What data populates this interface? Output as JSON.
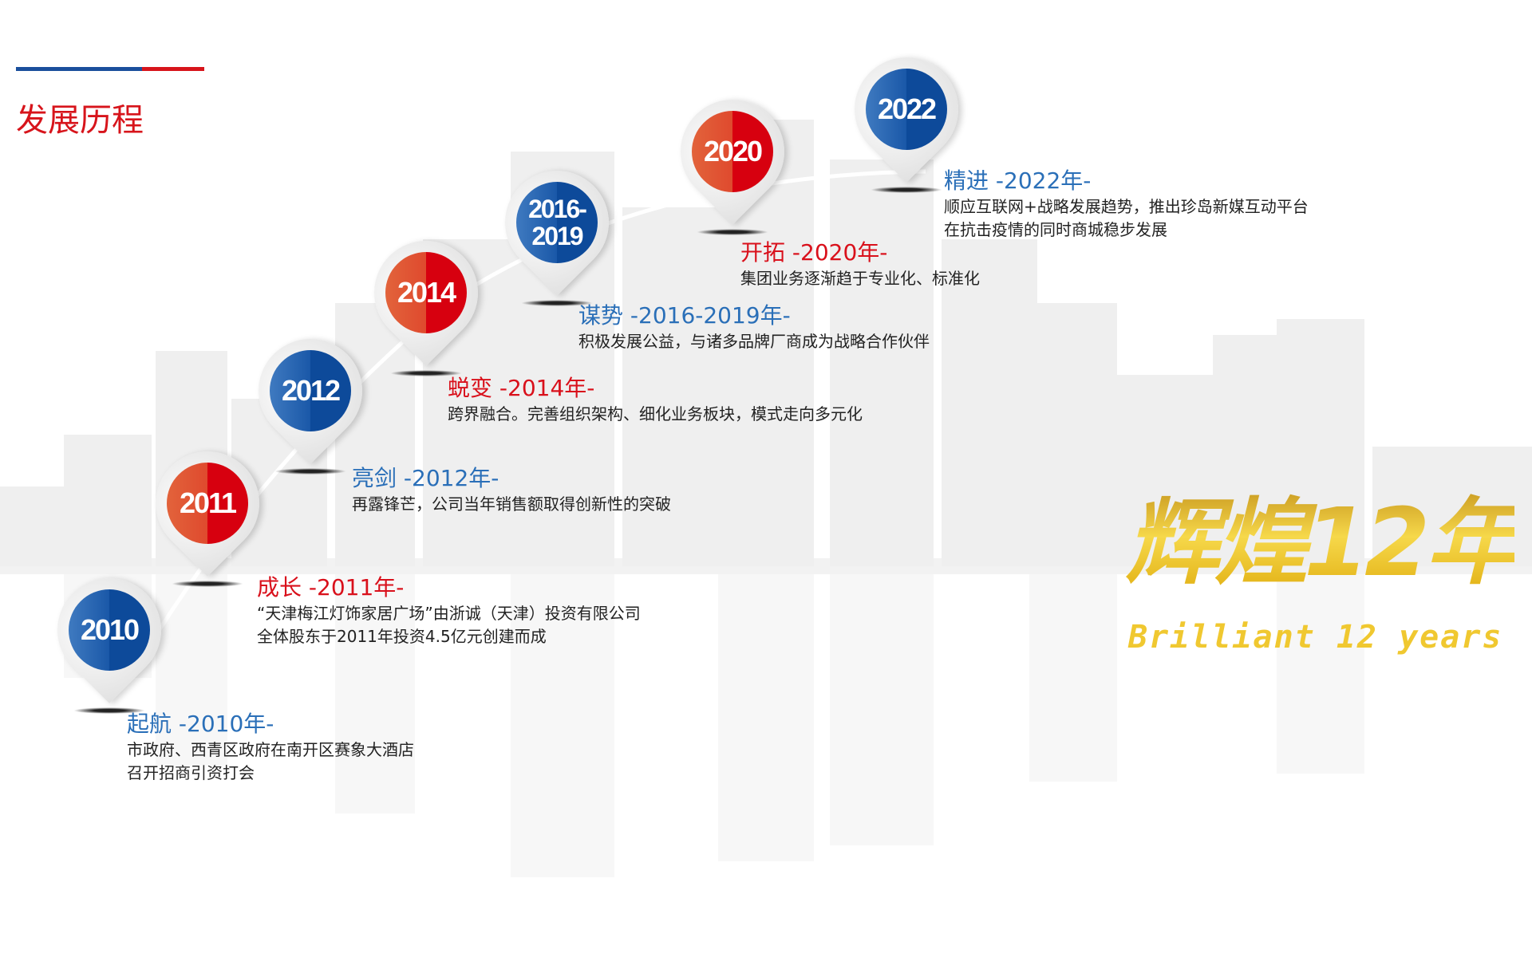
{
  "header": {
    "title": "发展历程",
    "line_colors": [
      "#1a4f9c",
      "#d7141b"
    ]
  },
  "events": [
    {
      "year_badge": "2010",
      "badge_color": "blue",
      "title": "起航 -2010年-",
      "desc": [
        "市政府、西青区政府在南开区赛象大酒店",
        "召开招商引资打会"
      ]
    },
    {
      "year_badge": "2011",
      "badge_color": "red",
      "title": "成长 -2011年-",
      "desc": [
        "“天津梅江灯饰家居广场”由浙诚（天津）投资有限公司",
        "全体股东于2011年投资4.5亿元创建而成"
      ]
    },
    {
      "year_badge": "2012",
      "badge_color": "blue",
      "title": "亮剑 -2012年-",
      "desc": [
        "再露锋芒，公司当年销售额取得创新性的突破"
      ]
    },
    {
      "year_badge": "2014",
      "badge_color": "red",
      "title": "蜕变 -2014年-",
      "desc": [
        "跨界融合。完善组织架构、细化业务板块，模式走向多元化"
      ]
    },
    {
      "year_badge": "2016-2019",
      "badge_color": "blue",
      "title": "谋势 -2016-2019年-",
      "desc": [
        "积极发展公益，与诸多品牌厂商成为战略合作伙伴"
      ]
    },
    {
      "year_badge": "2020",
      "badge_color": "red",
      "title": "开拓 -2020年-",
      "desc": [
        "集团业务逐渐趋于专业化、标准化"
      ]
    },
    {
      "year_badge": "2022",
      "badge_color": "blue",
      "title": "精进 -2022年-",
      "desc": [
        "顺应互联网+战略发展趋势，推出珍岛新媒互动平台",
        "在抗击疫情的同时商城稳步发展"
      ]
    }
  ],
  "slogan": {
    "main": "辉煌12年",
    "sub": "Brilliant 12 years",
    "color": "#e8b820"
  }
}
